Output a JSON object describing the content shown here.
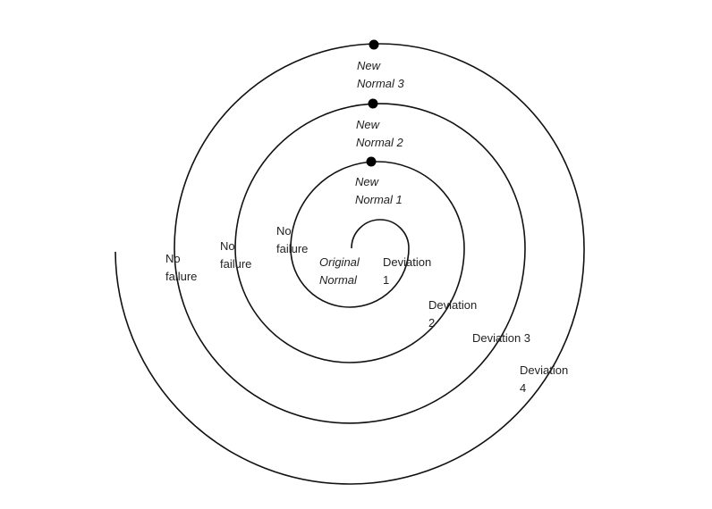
{
  "labels": {
    "new_normal_3": "New\nNormal 3",
    "new_normal_2": "New\nNormal 2",
    "new_normal_1": "New\nNormal 1",
    "original_normal": "Original\nNormal",
    "deviation_1": "Deviation\n1",
    "deviation_2": "Deviation\n2",
    "deviation_3": "Deviation 3",
    "deviation_4": "Deviation\n4",
    "no_failure_1": "No\nfailure",
    "no_failure_2": "No\nfailure",
    "no_failure_3": "No\nfailure"
  },
  "colors": {
    "line": "#111111",
    "text": "#222222"
  }
}
